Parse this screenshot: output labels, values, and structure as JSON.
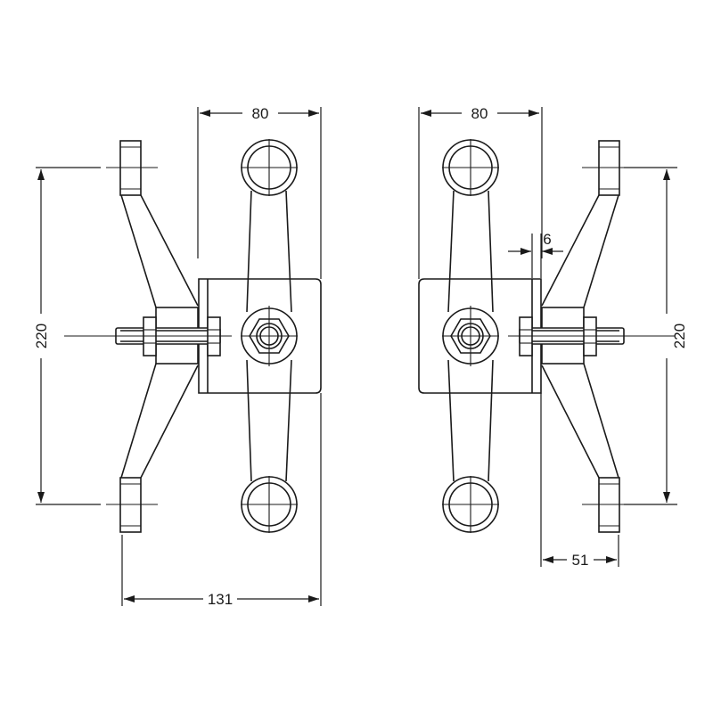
{
  "title": "Spider fitting dimension drawing",
  "colors": {
    "line": "#1a1a1a",
    "background": "#ffffff"
  },
  "left_view": {
    "width_label": "80",
    "height_label": "220",
    "overall_label": "131"
  },
  "right_view": {
    "width_label": "80",
    "height_label": "220",
    "gap_label": "6",
    "arm_label": "51"
  }
}
